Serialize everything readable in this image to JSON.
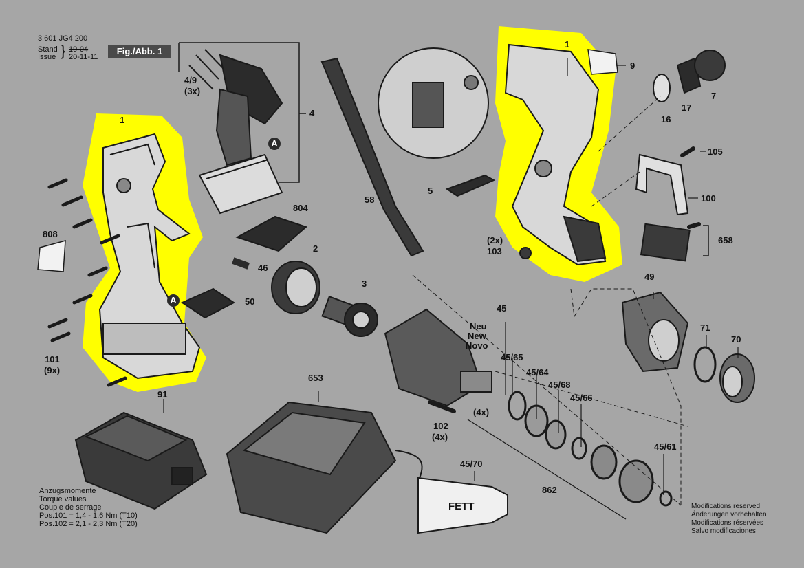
{
  "header": {
    "doc_number": "3 601 JG4 200",
    "stand_label": "Stand",
    "stand_old_date": "19-04",
    "issue_label": "Issue",
    "issue_date": "20-11-11",
    "fig_label": "Fig./Abb. 1"
  },
  "callouts": {
    "p1_left": "1",
    "p1_right": "1",
    "p4_9": "4/9",
    "p4_9_qty": "(3x)",
    "p4": "4",
    "pA1": "A",
    "pA2": "A",
    "p804": "804",
    "p808": "808",
    "p46": "46",
    "p50": "50",
    "p2": "2",
    "p3": "3",
    "p58": "58",
    "p5": "5",
    "p9": "9",
    "p17": "17",
    "p16": "16",
    "p7": "7",
    "p105": "105",
    "p100": "100",
    "p658": "658",
    "p2x": "(2x)",
    "p103": "103",
    "p49": "49",
    "p71": "71",
    "p70": "70",
    "p45": "45",
    "p45_65": "45/65",
    "p45_64": "45/64",
    "p45_68": "45/68",
    "p45_66": "45/66",
    "p45_61": "45/61",
    "p45_70": "45/70",
    "p862": "862",
    "p653": "653",
    "p91": "91",
    "p101": "101",
    "p101_qty": "(9x)",
    "p102": "102",
    "p102_qty": "(4x)",
    "p4x": "(4x)",
    "neu": "Neu",
    "new": "New",
    "novo": "Novo",
    "fett": "FETT"
  },
  "torque_notes": [
    "Anzugsmomente",
    "Torque values",
    "Couple de serrage",
    "Pos.101  =  1,4 - 1,6 Nm (T10)",
    "Pos.102  =  2,1 - 2,3 Nm (T20)"
  ],
  "modifications_notes": [
    "Modifications reserved",
    "Änderungen vorbehalten",
    "Modifications réservées",
    "Salvo modificaciones"
  ],
  "colors": {
    "background": "#a6a6a6",
    "highlight": "#ffff00",
    "line": "#1a1a1a",
    "part_fill": "#2b2b2b"
  }
}
